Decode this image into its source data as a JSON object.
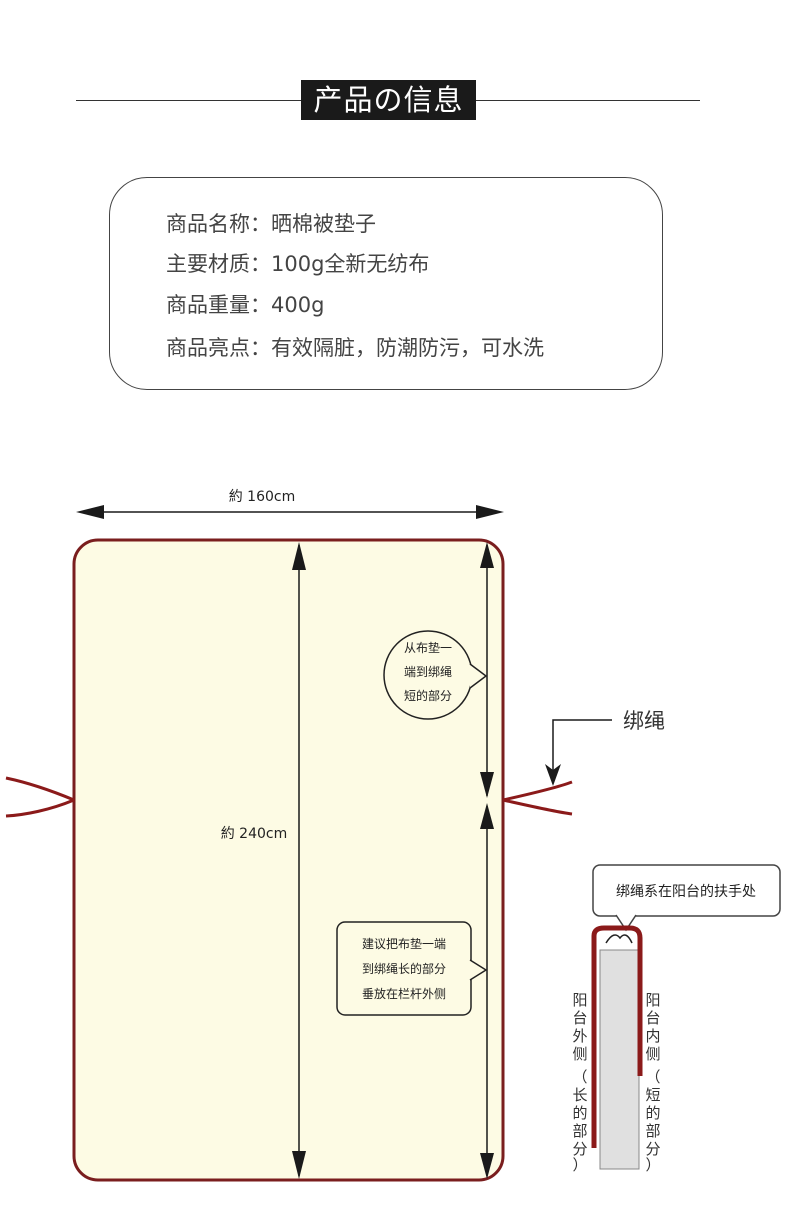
{
  "header": {
    "title": "产品の信息"
  },
  "info": {
    "rows": [
      {
        "text": "商品名称：晒棉被垫子"
      },
      {
        "text": "主要材质：100g全新无纺布"
      },
      {
        "text": "商品重量：400g"
      },
      {
        "text": "商品亮点：有效隔脏，防潮防污，可水洗"
      }
    ]
  },
  "diagram": {
    "width_label": "約 160cm",
    "height_label": "約 240cm",
    "rope_label": "绑绳",
    "short_note": [
      "从布垫一",
      "端到绑绳",
      "短的部分"
    ],
    "long_note": [
      "建议把布垫一端",
      "到绑绳长的部分",
      "垂放在栏杆外侧"
    ],
    "balcony_note": "绑绳系在阳台的扶手处",
    "outside_label": [
      "阳",
      "台",
      "外",
      "侧"
    ],
    "outside_sub": [
      "（",
      "长",
      "的",
      "部",
      "分",
      "）"
    ],
    "inside_label": [
      "阳",
      "台",
      "内",
      "侧"
    ],
    "inside_sub": [
      "（",
      "短",
      "的",
      "部",
      "分",
      "）"
    ]
  },
  "colors": {
    "pad_fill": "#fdfbe4",
    "pad_border": "#7a1e1e",
    "rope": "#8b1a1a"
  }
}
